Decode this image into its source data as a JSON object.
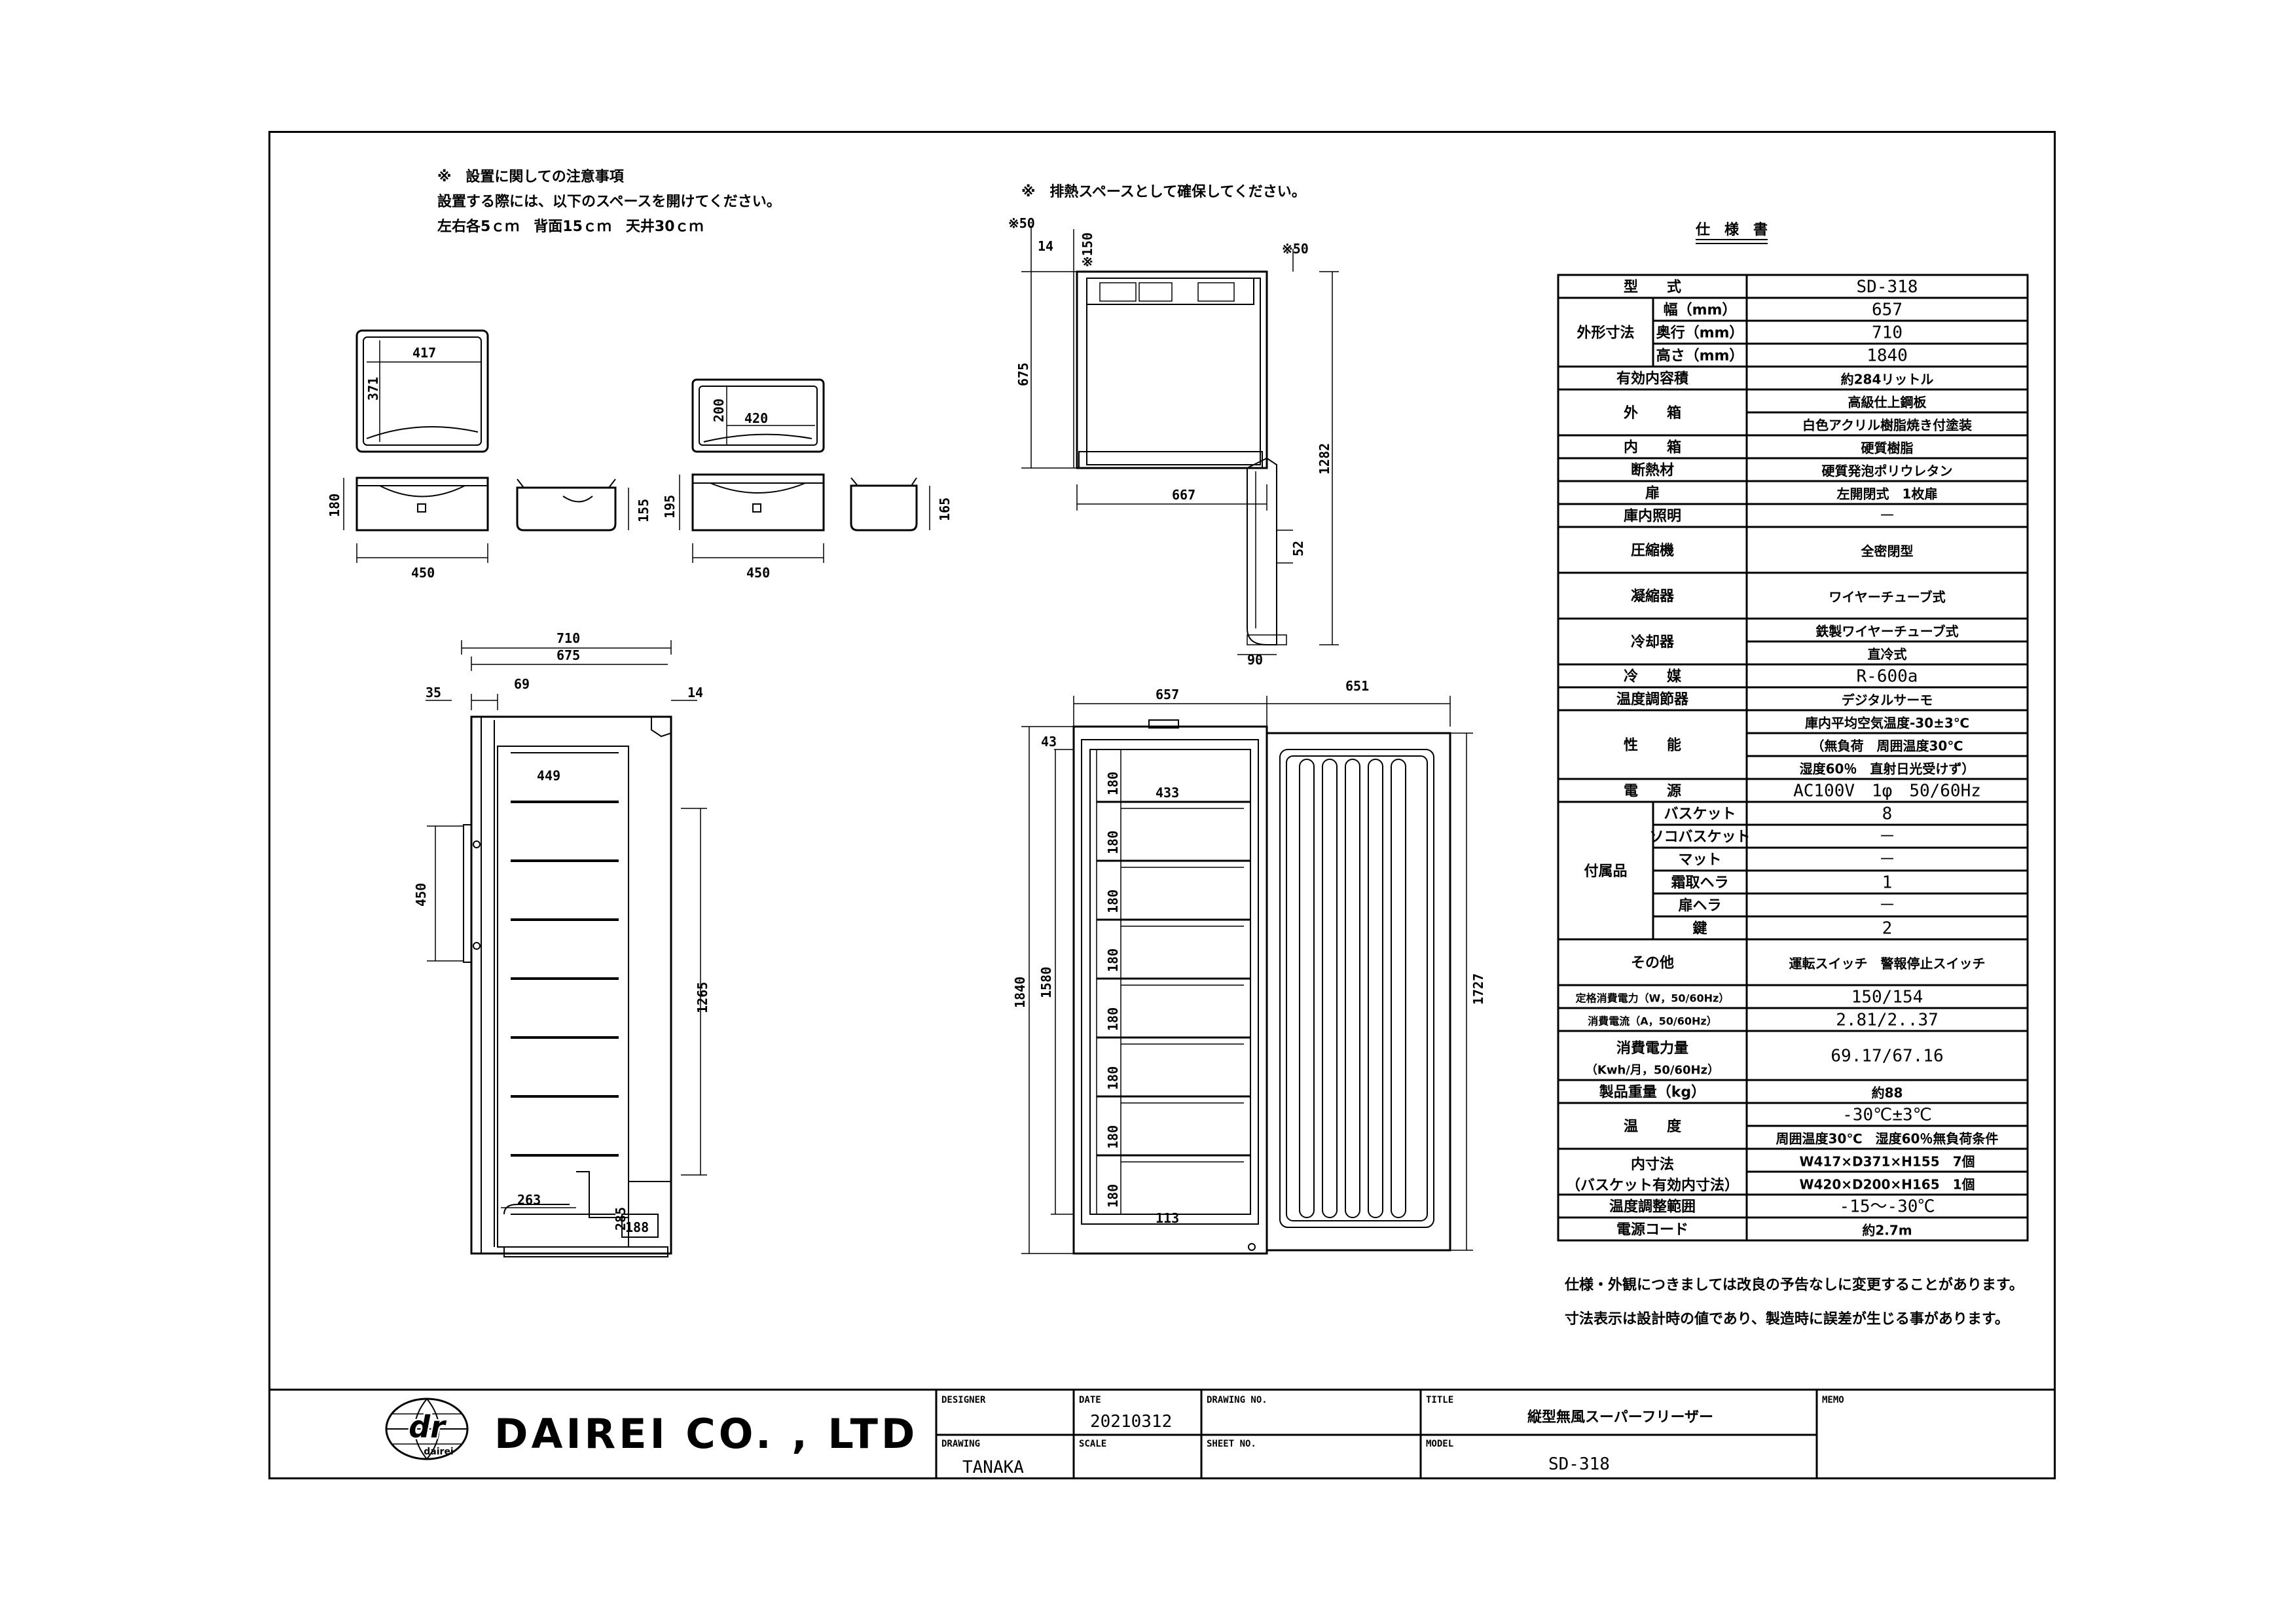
{
  "notes": {
    "install_title": "※　設置に関しての注意事項",
    "install_line1": "設置する際には、以下のスペースを開けてください。",
    "install_line2": "左右各5ｃｍ　背面15ｃｍ　天井30ｃｍ",
    "exhaust_title": "※　排熱スペースとして確保してください。"
  },
  "dims": {
    "basket_top_w": "417",
    "basket_top_d": "371",
    "basket_front_h": "180",
    "basket_front_w": "450",
    "basket_side_h": "155",
    "soko_top_d": "200",
    "soko_top_w": "420",
    "soko_front_h": "195",
    "soko_front_w": "450",
    "soko_side_h": "165",
    "plan_back": "※50",
    "plan_left": "14",
    "plan_top": "※150",
    "plan_right": "※50",
    "plan_depth": "675",
    "plan_width": "667",
    "plan_door": "1282",
    "plan_hinge": "52",
    "plan_foot": "90",
    "side_710": "710",
    "side_675": "675",
    "side_35": "35",
    "side_69": "69",
    "side_14": "14",
    "side_449": "449",
    "side_handle": "450",
    "side_inner": "1265",
    "side_263": "263",
    "side_285": "285",
    "side_188": "188",
    "front_657": "657",
    "front_651": "651",
    "front_43": "43",
    "front_433": "433",
    "front_total_h": "1840",
    "front_inner_h": "1580",
    "front_door_h": "1727",
    "front_pitch": "180",
    "front_bottom": "113"
  },
  "spec": {
    "title": "仕　様　書",
    "rows": [
      {
        "label": "型　　式",
        "value": "SD-318"
      },
      {
        "label": "外形寸法",
        "sub": "幅（mm）",
        "value": "657"
      },
      {
        "sub": "奥行（mm）",
        "value": "710"
      },
      {
        "sub": "高さ（mm）",
        "value": "1840"
      },
      {
        "label": "有効内容積",
        "value": "約284リットル"
      },
      {
        "label": "外　　箱",
        "value": "高級仕上鋼板"
      },
      {
        "value": "白色アクリル樹脂焼き付塗装"
      },
      {
        "label": "内　　箱",
        "value": "硬質樹脂"
      },
      {
        "label": "断熱材",
        "value": "硬質発泡ポリウレタン"
      },
      {
        "label": "扉",
        "value": "左開閉式　1枚扉"
      },
      {
        "label": "庫内照明",
        "value": "－"
      },
      {
        "label": "圧縮機",
        "value": "全密閉型"
      },
      {
        "label": "凝縮器",
        "value": "ワイヤーチューブ式"
      },
      {
        "label": "冷却器",
        "value": "鉄製ワイヤーチューブ式"
      },
      {
        "value": "直冷式"
      },
      {
        "label": "冷　　媒",
        "value": "R-600a"
      },
      {
        "label": "温度調節器",
        "value": "デジタルサーモ"
      },
      {
        "label": "性　　能",
        "value": "庫内平均空気温度-30±3℃"
      },
      {
        "value": "（無負荷　周囲温度30℃"
      },
      {
        "value": "湿度60％　直射日光受けず）"
      },
      {
        "label": "電　　源",
        "value": "AC100V　1φ　50/60Hz"
      },
      {
        "label": "付属品",
        "sub": "バスケット",
        "value": "8"
      },
      {
        "sub": "ソコバスケット",
        "value": "－"
      },
      {
        "sub": "マット",
        "value": "－"
      },
      {
        "sub": "霜取ヘラ",
        "value": "1"
      },
      {
        "sub": "扉ヘラ",
        "value": "－"
      },
      {
        "sub": "鍵",
        "value": "2"
      },
      {
        "label": "その他",
        "value": "運転スイッチ　警報停止スイッチ"
      },
      {
        "label": "定格消費電力（W，50/60Hz）",
        "value": "150/154"
      },
      {
        "label": "消費電流（A，50/60Hz）",
        "value": "2.81/2..37"
      },
      {
        "label": "消費電力量",
        "label2": "（Kwh/月，50/60Hz）",
        "value": "69.17/67.16"
      },
      {
        "label": "製品重量（kg）",
        "value": "約88"
      },
      {
        "label": "温　　度",
        "value": "-30℃±3℃"
      },
      {
        "value": "周囲温度30℃　湿度60％無負荷条件"
      },
      {
        "label": "内寸法",
        "label2": "（バスケット有効内寸法）",
        "value": "W417×D371×H155　7個"
      },
      {
        "value": "W420×D200×H165　1個"
      },
      {
        "label": "温度調整範囲",
        "value": "-15～-30℃"
      },
      {
        "label": "電源コード",
        "value": "約2.7m"
      }
    ],
    "footnote1": "仕様・外観につきましては改良の予告なしに変更することがあります。",
    "footnote2": "寸法表示は設計時の値であり、製造時に誤差が生じる事があります。"
  },
  "title_block": {
    "logo_text": "dr",
    "logo_sub": "dairei",
    "company": "DAIREI CO. , LTD",
    "designer_label": "DESIGNER",
    "date_label": "DATE",
    "date_value": "20210312",
    "drawing_no_label": "DRAWING NO.",
    "title_label": "TITLE",
    "title_value": "縦型無風スーパーフリーザー",
    "memo_label": "MEMO",
    "drawing_label": "DRAWING",
    "drawing_value": "TANAKA",
    "scale_label": "SCALE",
    "sheet_no_label": "SHEET NO.",
    "model_label": "MODEL",
    "model_value": "SD-318"
  }
}
